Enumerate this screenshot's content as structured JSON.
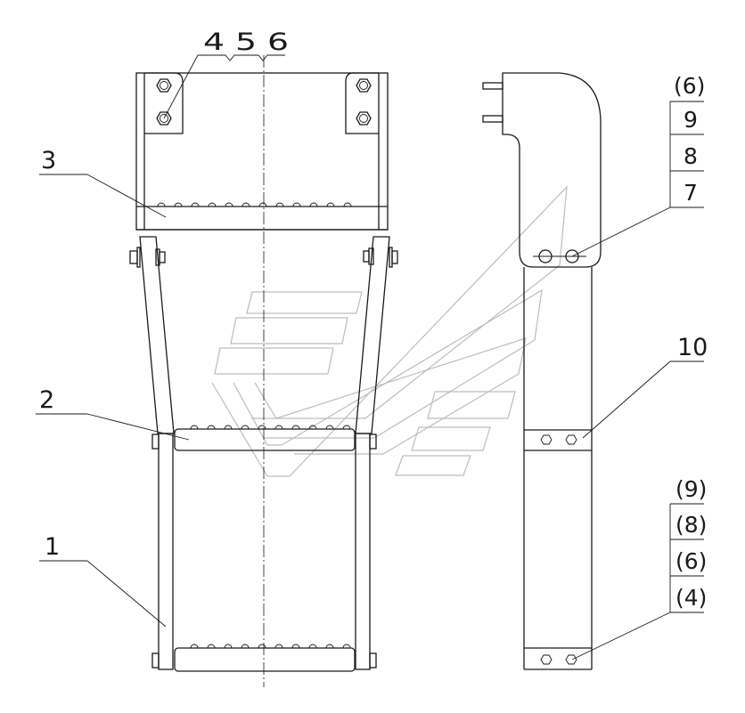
{
  "labels": {
    "top_group": "4 5 6",
    "item_1": "1",
    "item_2": "2",
    "item_3": "3",
    "item_10": "10"
  },
  "upper_stack": [
    "(6)",
    "9",
    "8",
    "7"
  ],
  "lower_stack": [
    "(9)",
    "(8)",
    "(6)",
    "(4)"
  ]
}
